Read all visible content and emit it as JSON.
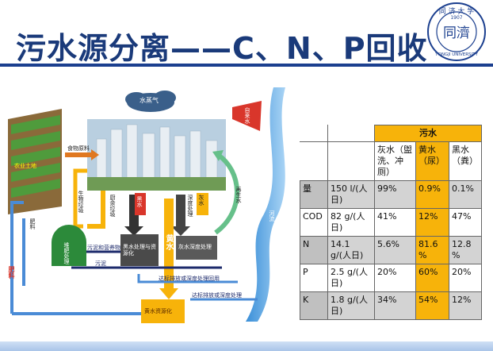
{
  "title": "污水源分离——C、N、P回收",
  "logo": {
    "top_text": "同 济 大 学",
    "year": "1907",
    "bottom_text": "TONGJI UNIVERSITY",
    "center_chars": "同濟"
  },
  "diagram": {
    "steam": "水蒸气",
    "tap_water": "自来水",
    "fertilizer": "肥料",
    "fertilizer2": "肥料",
    "food_raw": "食物原料",
    "farm": "农业土地",
    "bio_garbage": "生物垃圾",
    "kitchen_waste": "厨余垃圾",
    "black_water": "黑水",
    "gray_water": "灰水",
    "yellow_water": "黄水",
    "deep_treat": "深度处理",
    "recycled": "再生水",
    "river": "河流",
    "compost": "堆肥处理",
    "black_proc": "黑水处理与资源化",
    "gray_proc": "灰水深度处理",
    "yellow_proc": "黄水资源化",
    "sludge_nutrient": "污泥和营养物",
    "sludge": "污泥",
    "discharge_reuse": "达标排放或深度处理回用",
    "discharge_reuse2": "达标排放或深度处理"
  },
  "table": {
    "header": "污水",
    "cols": [
      "灰水（盥洗、冲厕）",
      "黄水（尿）",
      "黑水（粪）"
    ],
    "rows": [
      {
        "label": "量",
        "total": "150 l/(人日)",
        "gray": "99%",
        "yellow": "0.9%",
        "black": "0.1%"
      },
      {
        "label": "COD",
        "total": "82 g/(人日)",
        "gray": "41%",
        "yellow": "12%",
        "black": "47%"
      },
      {
        "label": "N",
        "total": "14.1 g/(人日)",
        "gray": "5.6%",
        "yellow": "81.6 %",
        "black": "12.8 %"
      },
      {
        "label": "P",
        "total": "2.5 g/(人日)",
        "gray": "20%",
        "yellow": "60%",
        "black": "20%"
      },
      {
        "label": "K",
        "total": "1.8 g/(人日)",
        "gray": "34%",
        "yellow": "54%",
        "black": "12%"
      }
    ]
  },
  "colors": {
    "title": "#1a3a7a",
    "accent": "#f7b30a",
    "rule": "#1b3f8f"
  }
}
